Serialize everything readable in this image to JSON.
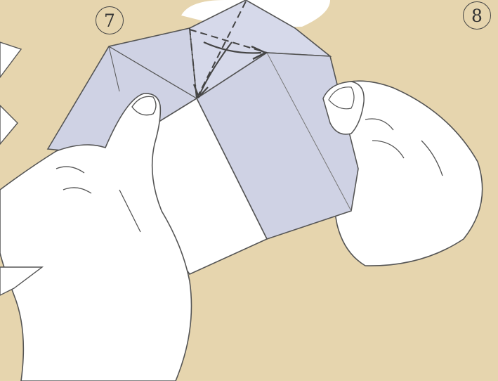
{
  "steps": [
    {
      "number": "7"
    },
    {
      "number": "8"
    }
  ],
  "colors": {
    "background": "#e6d5ae",
    "paper_face": "#cfd2e4",
    "paper_light": "#dcdfee",
    "paper_back": "#ffffff",
    "hand_fill": "#ffffff",
    "line": "#555555",
    "fold_arrow": "#4a4a4a"
  },
  "icons": {
    "fold_direction_arrow": "fold-arrow-icon",
    "valley_fold_line": "dash-dot-line"
  }
}
